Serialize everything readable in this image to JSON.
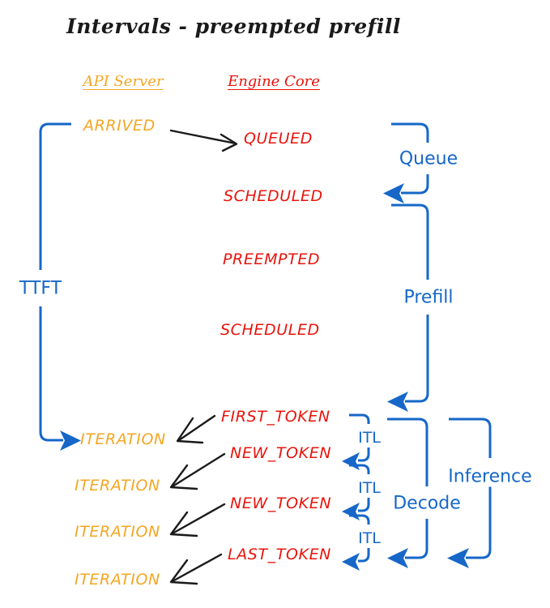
{
  "title": "Intervals - preempted prefill",
  "colors": {
    "api_server": "#F5A623",
    "engine_core": "#E8140C",
    "interval": "#1667C8",
    "arrow": "#1a1a1a",
    "background": "#ffffff"
  },
  "lanes": {
    "api_server": "API Server",
    "engine_core": "Engine Core"
  },
  "api_events": [
    {
      "label": "ARRIVED"
    },
    {
      "label": "ITERATION"
    },
    {
      "label": "ITERATION"
    },
    {
      "label": "ITERATION"
    },
    {
      "label": "ITERATION"
    }
  ],
  "engine_events": [
    {
      "label": "QUEUED"
    },
    {
      "label": "SCHEDULED"
    },
    {
      "label": "PREEMPTED"
    },
    {
      "label": "SCHEDULED"
    },
    {
      "label": "FIRST_TOKEN"
    },
    {
      "label": "NEW_TOKEN"
    },
    {
      "label": "NEW_TOKEN"
    },
    {
      "label": "LAST_TOKEN"
    }
  ],
  "intervals": [
    {
      "name": "TTFT",
      "label": "TTFT"
    },
    {
      "name": "Queue",
      "label": "Queue"
    },
    {
      "name": "Prefill",
      "label": "Prefill"
    },
    {
      "name": "Decode",
      "label": "Decode"
    },
    {
      "name": "Inference",
      "label": "Inference"
    },
    {
      "name": "ITL-1",
      "label": "ITL"
    },
    {
      "name": "ITL-2",
      "label": "ITL"
    },
    {
      "name": "ITL-3",
      "label": "ITL"
    }
  ]
}
